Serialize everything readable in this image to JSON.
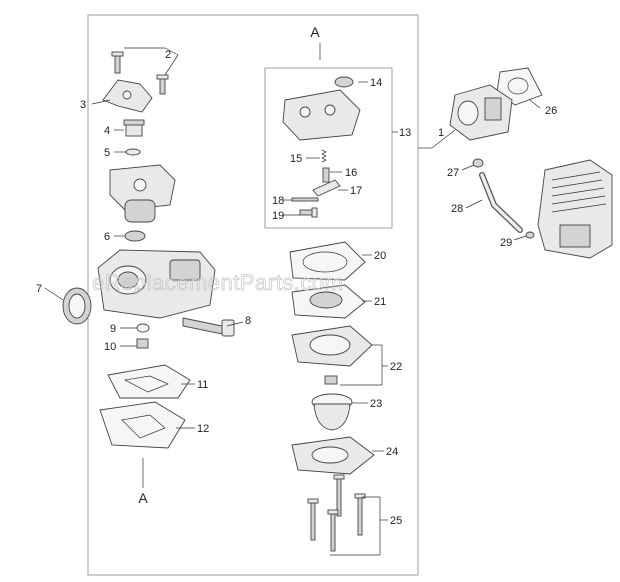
{
  "section_labels": {
    "top": "A",
    "bottom": "A"
  },
  "watermark": "eReplacementParts.com",
  "callouts": [
    "1",
    "2",
    "3",
    "4",
    "5",
    "6",
    "7",
    "8",
    "9",
    "10",
    "11",
    "12",
    "13",
    "14",
    "15",
    "16",
    "17",
    "18",
    "19",
    "20",
    "21",
    "22",
    "23",
    "24",
    "25",
    "26",
    "27",
    "28",
    "29"
  ]
}
